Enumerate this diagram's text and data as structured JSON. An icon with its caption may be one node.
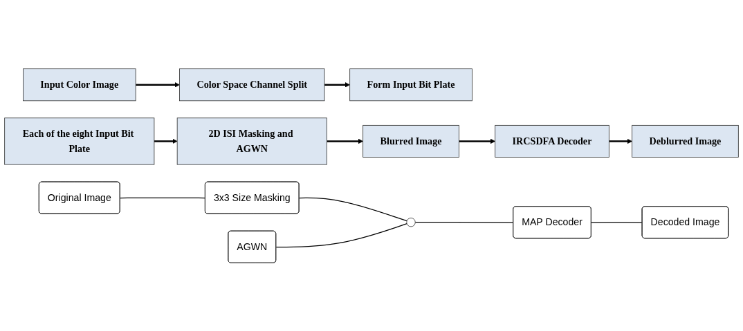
{
  "diagram": {
    "nodes": [
      {
        "text": [
          "Input Color Image"
        ]
      },
      {
        "text": [
          "Color Space Channel Split"
        ]
      },
      {
        "text": [
          "Form Input Bit Plate"
        ]
      },
      {
        "text": [
          "Each of the eight Input Bit Plate"
        ]
      },
      {
        "text": [
          "2D ISI Masking and AGWN"
        ]
      },
      {
        "text": [
          "Blurred Image"
        ]
      },
      {
        "text": [
          "IRCSDFA Decoder"
        ]
      },
      {
        "text": [
          "Deblurred Image"
        ]
      },
      {
        "text": [
          "Original Image"
        ]
      },
      {
        "text": [
          "3x3 Size Masking"
        ]
      },
      {
        "text": [
          "AGWN"
        ]
      },
      {
        "text": [],
        "shape": "circle"
      },
      {
        "text": [
          "MAP Decoder"
        ]
      },
      {
        "text": [
          "Decoded Image"
        ]
      }
    ],
    "edges": [
      {
        "from": 0,
        "to": 1,
        "arrow": "to"
      },
      {
        "from": 1,
        "to": 2,
        "arrow": "to"
      },
      {
        "from": 3,
        "to": 4,
        "arrow": "to"
      },
      {
        "from": 4,
        "to": 5,
        "arrow": "to"
      },
      {
        "from": 5,
        "to": 6,
        "arrow": "to"
      },
      {
        "from": 6,
        "to": 7,
        "arrow": "to"
      },
      {
        "from": 8,
        "to": 9,
        "arrow": "none"
      },
      {
        "from": 9,
        "to": 11,
        "arrow": "none"
      },
      {
        "from": 10,
        "to": 11,
        "arrow": "none"
      },
      {
        "from": 11,
        "to": 12,
        "arrow": "none"
      },
      {
        "from": 12,
        "to": 13,
        "arrow": "none"
      }
    ]
  }
}
